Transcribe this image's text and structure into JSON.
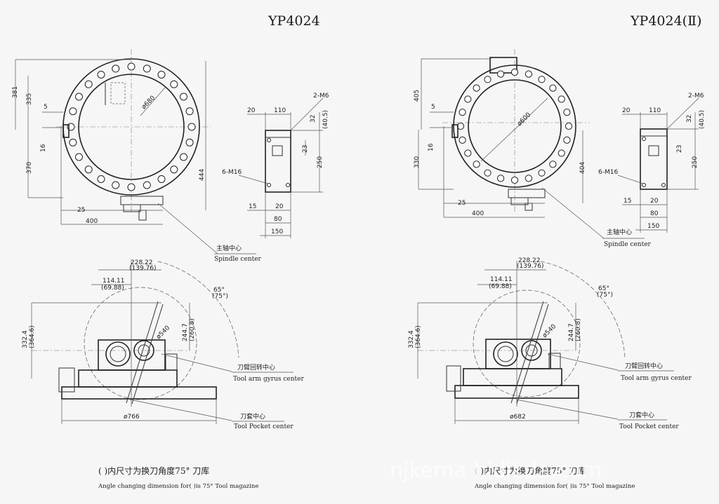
{
  "titles": {
    "left": "YP4024",
    "right": "YP4024(Ⅱ)"
  },
  "left": {
    "dims": {
      "d381": "381",
      "d335": "335",
      "d370": "370",
      "d5": "5",
      "d16": "16",
      "d444": "444",
      "d25": "25",
      "d400": "400",
      "dia": "ø680",
      "s20": "20",
      "s110": "110",
      "s2m6": "2-M6",
      "s32": "32",
      "s405": "(40.5)",
      "s23": "23",
      "s250": "250",
      "s6m16": "6-M16",
      "s15": "15",
      "s20b": "20",
      "s80": "80",
      "s150": "150",
      "b22822": "228.22",
      "b13976": "(139.76)",
      "b11411": "114.11",
      "b6988": "(69.88)",
      "b65": "65°",
      "b75": "(75°)",
      "b3324": "332.4",
      "b3646": "(364.6)",
      "b2447": "244.7",
      "b2608": "(260.8)",
      "b540": "ø540",
      "b766": "ø766"
    }
  },
  "right": {
    "dims": {
      "d405": "405",
      "d330": "330",
      "d5": "5",
      "d16": "16",
      "d404": "404",
      "d25": "25",
      "d400": "400",
      "dia": "ø600",
      "s20": "20",
      "s110": "110",
      "s2m6": "2-M6",
      "s32": "32",
      "s405": "(40.5)",
      "s23": "23",
      "s250": "250",
      "s6m16": "6-M16",
      "s15": "15",
      "s20b": "20",
      "s80": "80",
      "s150": "150",
      "b22822": "228.22",
      "b13976": "(139.76)",
      "b11411": "114.11",
      "b6988": "(69.88)",
      "b65": "65°",
      "b75": "(75°)",
      "b3324": "332.4",
      "b3646": "(364.6)",
      "b2447": "244.7",
      "b2608": "(260.8)",
      "b540": "ø540",
      "b682": "ø682"
    }
  },
  "labels": {
    "spindle_cn": "主轴中心",
    "spindle_en": "Spindle center",
    "arm_cn": "刀臂回转中心",
    "arm_en": "Tool arm gyrus center",
    "pocket_cn": "刀套中心",
    "pocket_en": "Tool Pocket center"
  },
  "captions": {
    "cn": "( )内尺寸为换刀角度75° 刀库",
    "en": "Angle changing dimension for( )is 75° Tool magazine"
  },
  "watermark": "njkema   hidikda.com"
}
